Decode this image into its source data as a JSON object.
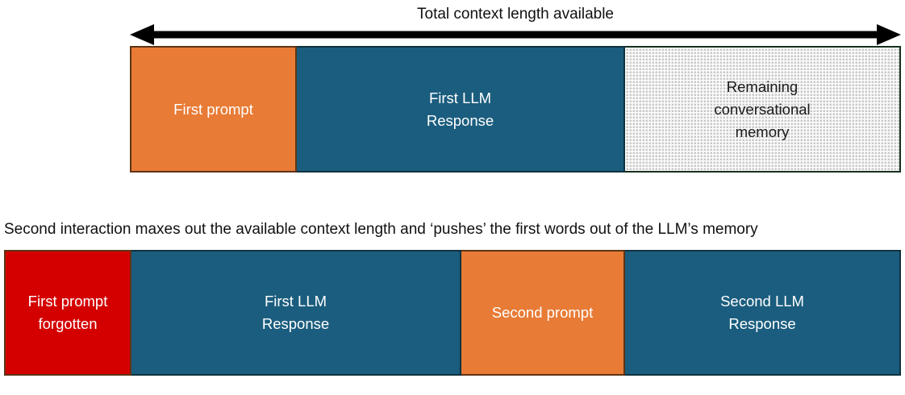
{
  "diagram": {
    "title": "Total context length available",
    "caption": "Second interaction maxes out the available context length and ‘pushes’ the first words out of the LLM’s memory",
    "arrow_icon": "double-headed-horizontal-arrow-icon",
    "colors": {
      "prompt_orange": "#E87B35",
      "response_teal": "#1B5D7E",
      "forgotten_red": "#D40000",
      "remaining_gray": "#C9C9C9",
      "remaining_border_green": "#14301D",
      "orange_border": "#5E3415",
      "teal_border": "#10323F",
      "text_light": "#FFFFFF",
      "text_dark": "#1A1A1A"
    },
    "rows": [
      {
        "name": "first-interaction",
        "segments": [
          {
            "label": "First prompt",
            "kind": "prompt",
            "width_pct": 21.7
          },
          {
            "label": "First LLM\nResponse",
            "kind": "response",
            "width_pct": 42.6
          },
          {
            "label": "Remaining\nconversational\nmemory",
            "kind": "remaining",
            "width_pct": 35.7
          }
        ]
      },
      {
        "name": "second-interaction",
        "segments": [
          {
            "label": "First prompt\nforgotten",
            "kind": "forgotten",
            "width_pct": 14.2
          },
          {
            "label": "First LLM\nResponse",
            "kind": "response",
            "width_pct": 36.8
          },
          {
            "label": "Second prompt",
            "kind": "prompt",
            "width_pct": 18.3
          },
          {
            "label": "Second LLM\nResponse",
            "kind": "response",
            "width_pct": 30.7
          }
        ]
      }
    ]
  }
}
